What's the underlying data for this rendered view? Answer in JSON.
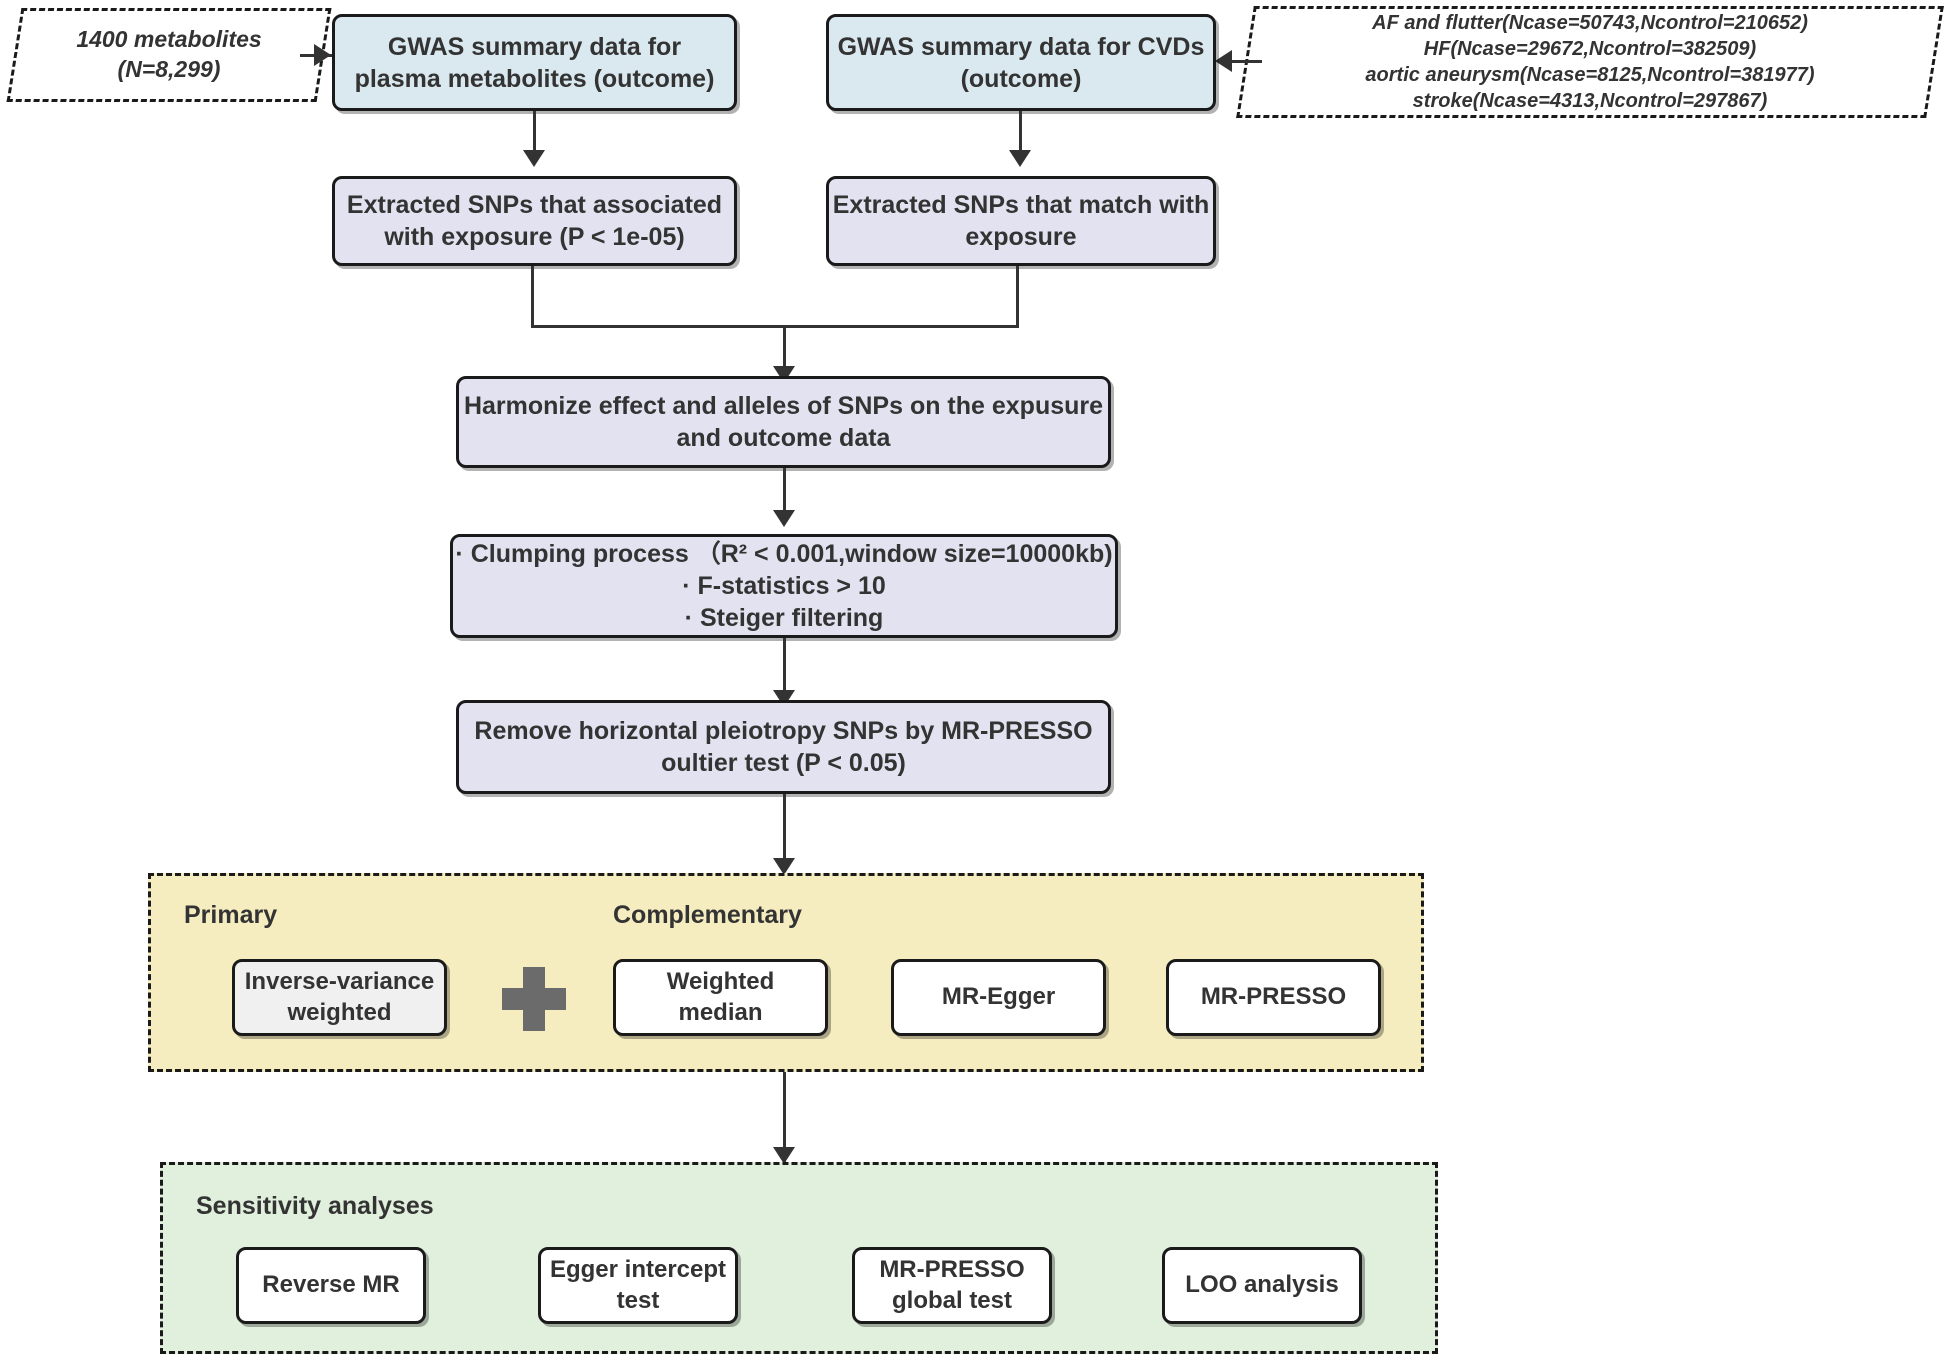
{
  "diagram": {
    "title": "Mendelian randomization study design flowchart",
    "colors": {
      "blue_box": "#dae8f0",
      "lavender_box": "#e2e2f0",
      "yellow_panel": "#f5edc0",
      "green_panel": "#e0f0dc",
      "white_box": "#ffffff",
      "gray_box": "#f0f0f0",
      "line": "#333333",
      "plus_icon": "#6b6b6b"
    }
  },
  "notes": {
    "metabolites": {
      "line1": "1400 metabolites",
      "line2": "(N=8,299)"
    },
    "cvds": {
      "line1": "AF and flutter(Ncase=50743,Ncontrol=210652)",
      "line2": "HF(Ncase=29672,Ncontrol=382509)",
      "line3": "aortic aneurysm(Ncase=8125,Ncontrol=381977)",
      "line4": "stroke(Ncase=4313,Ncontrol=297867)"
    }
  },
  "sources": {
    "metabolites_gwas": {
      "line1": "GWAS summary data for",
      "line2": "plasma metabolites (outcome)"
    },
    "cvds_gwas": {
      "line1": "GWAS summary data for CVDs",
      "line2": "(outcome)"
    }
  },
  "extraction": {
    "exposure_snps": {
      "line1": "Extracted SNPs that associated",
      "line2": "with exposure (P < 1e-05)"
    },
    "outcome_snps": {
      "line1": "Extracted SNPs that match with",
      "line2": "exposure"
    }
  },
  "harmonize": {
    "line1": "Harmonize effect and alleles of SNPs on the expusure",
    "line2": "and outcome data"
  },
  "quality_control": {
    "line1": "· Clumping process （R² < 0.001,window size=10000kb)",
    "line2": "· F-statistics > 10",
    "line3": "· Steiger filtering"
  },
  "pleiotropy": {
    "line1": "Remove horizontal pleiotropy SNPs by MR-PRESSO",
    "line2": "oultier test (P < 0.05)"
  },
  "analysis_panel": {
    "primary_label": "Primary",
    "complementary_label": "Complementary",
    "plus_symbol": "+",
    "primary_method": {
      "line1": "Inverse-variance",
      "line2": "weighted"
    },
    "complementary_methods": [
      {
        "line1": "Weighted",
        "line2": "median"
      },
      {
        "line1": "MR-Egger",
        "line2": ""
      },
      {
        "line1": "MR-PRESSO",
        "line2": ""
      }
    ]
  },
  "sensitivity_panel": {
    "label": "Sensitivity analyses",
    "methods": [
      {
        "line1": "Reverse MR",
        "line2": ""
      },
      {
        "line1": "Egger intercept",
        "line2": "test"
      },
      {
        "line1": "MR-PRESSO",
        "line2": "global test"
      },
      {
        "line1": "LOO analysis",
        "line2": ""
      }
    ]
  }
}
